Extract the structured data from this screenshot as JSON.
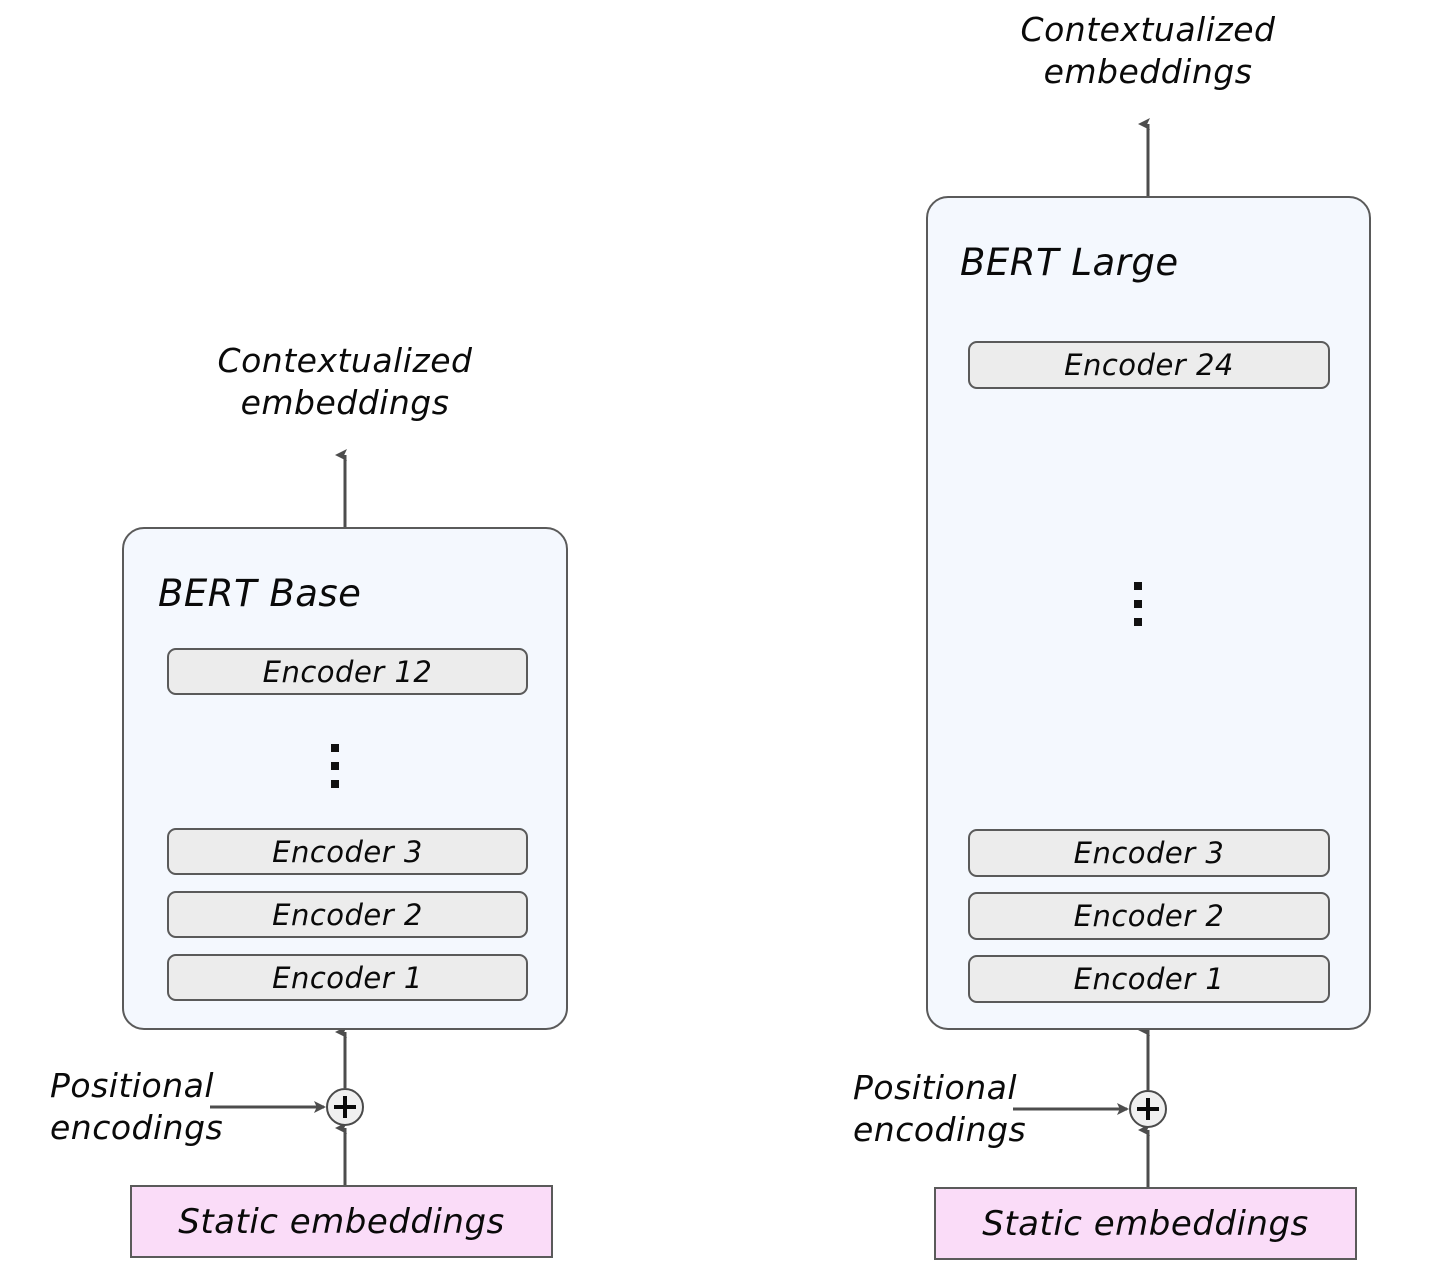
{
  "diagram": {
    "title": "BERT Base and BERT Large architecture comparison",
    "colors": {
      "model_fill": "#f4f8fe",
      "model_stroke": "#5a5a5a",
      "encoder_fill": "#ececec",
      "encoder_stroke": "#5a5a5a",
      "static_fill": "#fadcf8",
      "static_stroke": "#5a5a5a",
      "wire": "#4d4d4d",
      "text": "#0a0a0a",
      "background": "#ffffff"
    }
  },
  "models": [
    {
      "id": "bert-base",
      "name": "BERT Base",
      "output_label_line1": "Contextualized",
      "output_label_line2": "embeddings",
      "input_label_line1": "Positional",
      "input_label_line2": "encodings",
      "static_embeddings_label": "Static embeddings",
      "merge_operator": "+",
      "ellipsis": "vertical-ellipsis",
      "encoders_top": [
        "Encoder 12"
      ],
      "encoders_bottom": [
        "Encoder 3",
        "Encoder 2",
        "Encoder 1"
      ],
      "total_encoders": 12
    },
    {
      "id": "bert-large",
      "name": "BERT Large",
      "output_label_line1": "Contextualized",
      "output_label_line2": "embeddings",
      "input_label_line1": "Positional",
      "input_label_line2": "encodings",
      "static_embeddings_label": "Static embeddings",
      "merge_operator": "+",
      "ellipsis": "vertical-ellipsis",
      "encoders_top": [
        "Encoder 24"
      ],
      "encoders_bottom": [
        "Encoder 3",
        "Encoder 2",
        "Encoder 1"
      ],
      "total_encoders": 24
    }
  ]
}
